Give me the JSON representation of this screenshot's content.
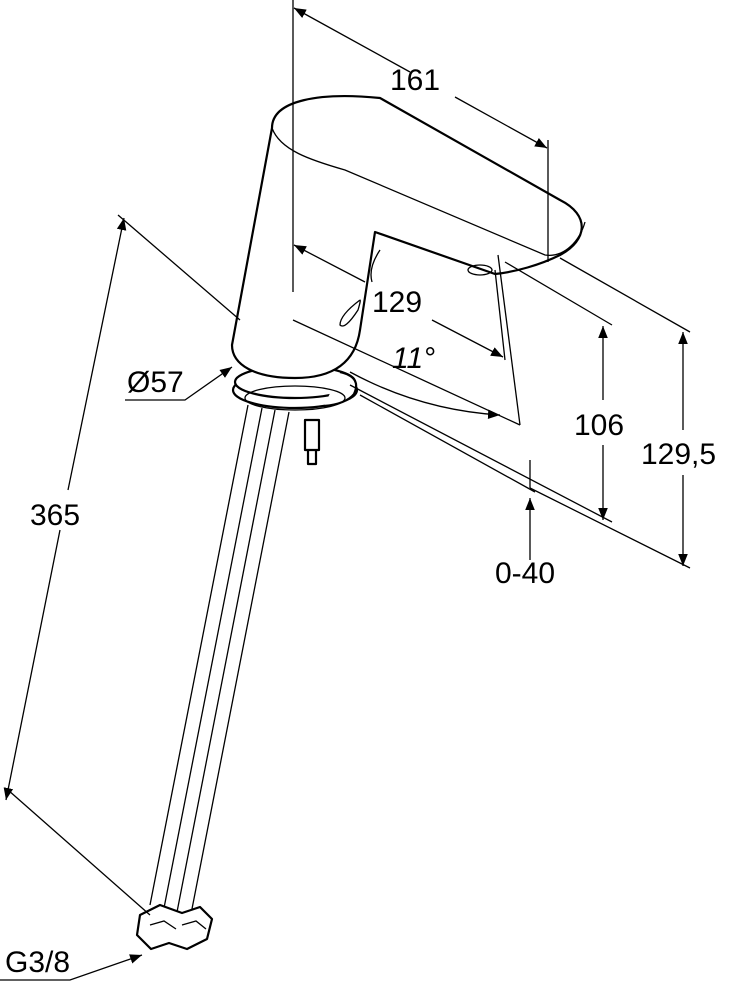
{
  "drawing": {
    "title": "Faucet dimension drawing",
    "dimensions": {
      "spout_length": "161",
      "spout_reach": "129",
      "angle": "11°",
      "base_diameter": "Ø57",
      "outlet_height": "106",
      "total_height": "129,5",
      "deck_thickness": "0-40",
      "hose_length": "365",
      "connection_thread": "G3/8"
    }
  }
}
